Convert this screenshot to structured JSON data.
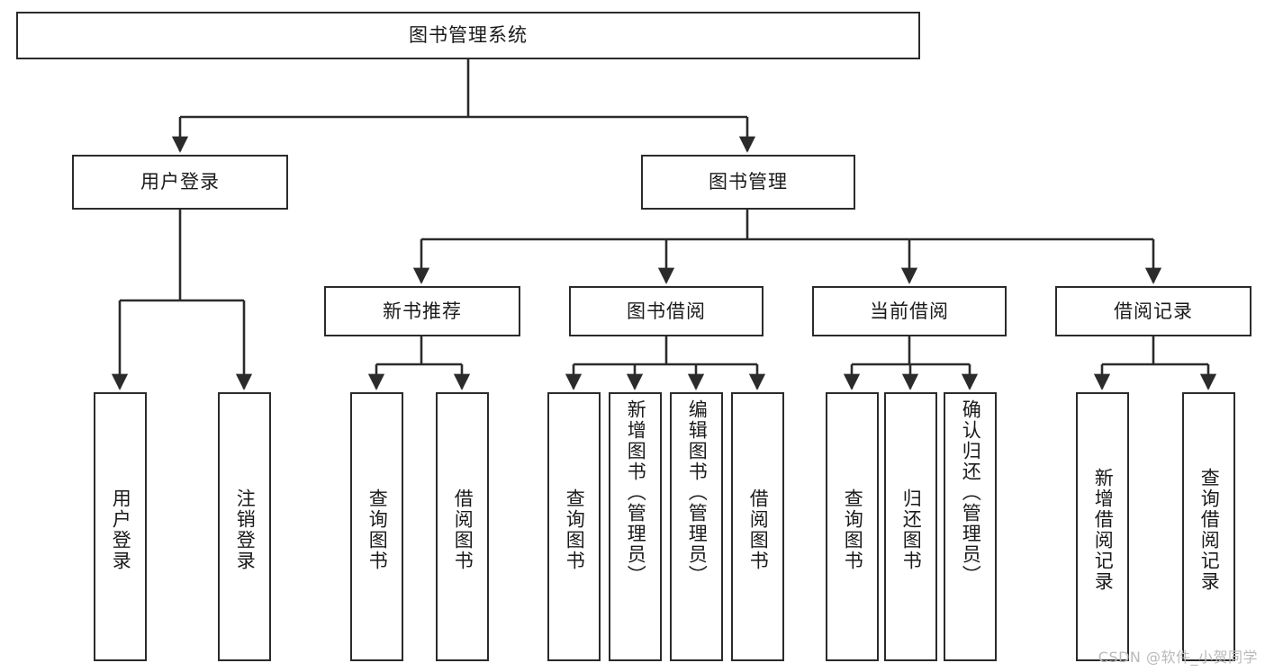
{
  "diagram": {
    "type": "tree",
    "title": "图书管理系统",
    "orientation": "top-down",
    "colors": {
      "background": "#ffffff",
      "box_border": "#2b2b2b",
      "box_fill": "#ffffff",
      "edge": "#2b2b2b",
      "text": "#1a1a1a",
      "watermark": "#b9b9b9"
    }
  },
  "root": {
    "label": "图书管理系统"
  },
  "level2": [
    {
      "label": "用户登录"
    },
    {
      "label": "图书管理"
    }
  ],
  "level3": [
    {
      "label": "新书推荐"
    },
    {
      "label": "图书借阅"
    },
    {
      "label": "当前借阅"
    },
    {
      "label": "借阅记录"
    }
  ],
  "leaves": {
    "user_login": [
      {
        "label": "用户登录"
      },
      {
        "label": "注销登录"
      }
    ],
    "new_book_recommend": [
      {
        "label": "查询图书"
      },
      {
        "label": "借阅图书"
      }
    ],
    "book_borrow": [
      {
        "label": "查询图书"
      },
      {
        "label": "新增图书（管理员）"
      },
      {
        "label": "编辑图书（管理员）"
      },
      {
        "label": "借阅图书"
      }
    ],
    "current_borrow": [
      {
        "label": "查询图书"
      },
      {
        "label": "归还图书"
      },
      {
        "label": "确认归还（管理员）"
      }
    ],
    "borrow_record": [
      {
        "label": "新增借阅记录"
      },
      {
        "label": "查询借阅记录"
      }
    ]
  },
  "watermark": {
    "text": "CSDN @软件_小贺同学"
  }
}
